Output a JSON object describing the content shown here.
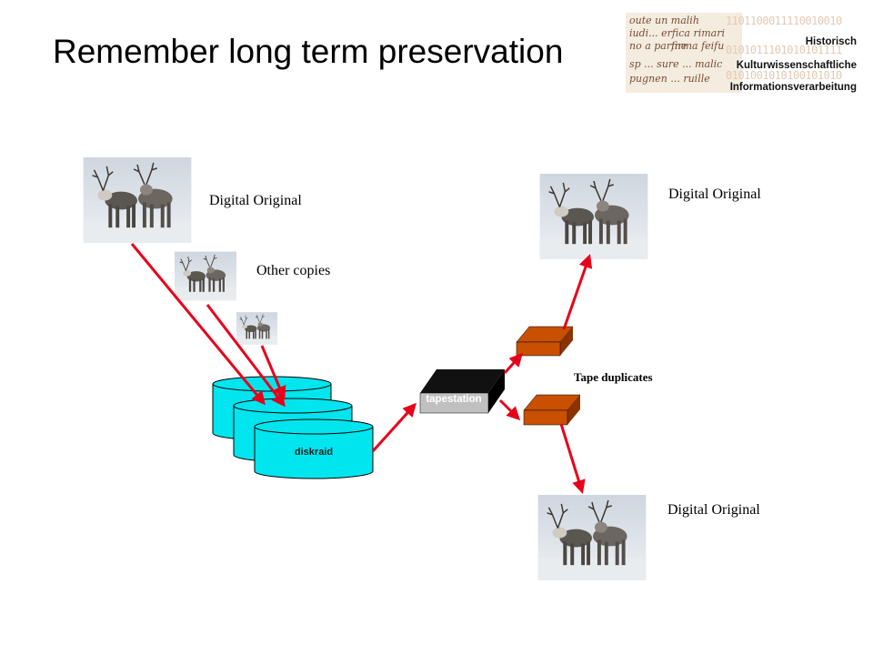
{
  "slide": {
    "title": "Remember long term preservation"
  },
  "logo": {
    "line1": "Historisch",
    "line2": "Kulturwissenschaftliche",
    "line3": "Informationsverarbeitung",
    "bits": [
      "1101100011110010010",
      "0101011101010101111",
      "0101001010100101010"
    ],
    "handwriting": [
      "oute un malih",
      "iudi... erfica rimari",
      "no a parine",
      "firma feifu",
      "sp ... sure ... malic",
      "pugnen ... ruille"
    ]
  },
  "diagram": {
    "labels": {
      "digital_original_top_left": "Digital Original",
      "other_copies": "Other copies",
      "digital_original_top_right": "Digital Original",
      "tape_duplicates": "Tape duplicates",
      "digital_original_bottom_right": "Digital Original",
      "diskraid": "diskraid",
      "tapestation": "tapestation"
    },
    "colors": {
      "arrow": "#e8001a",
      "disk_fill": "#00e5ee",
      "tape_fill": "#c85000",
      "tape_shadow": "#8a3300",
      "station_front": "#c0c0c0"
    }
  }
}
